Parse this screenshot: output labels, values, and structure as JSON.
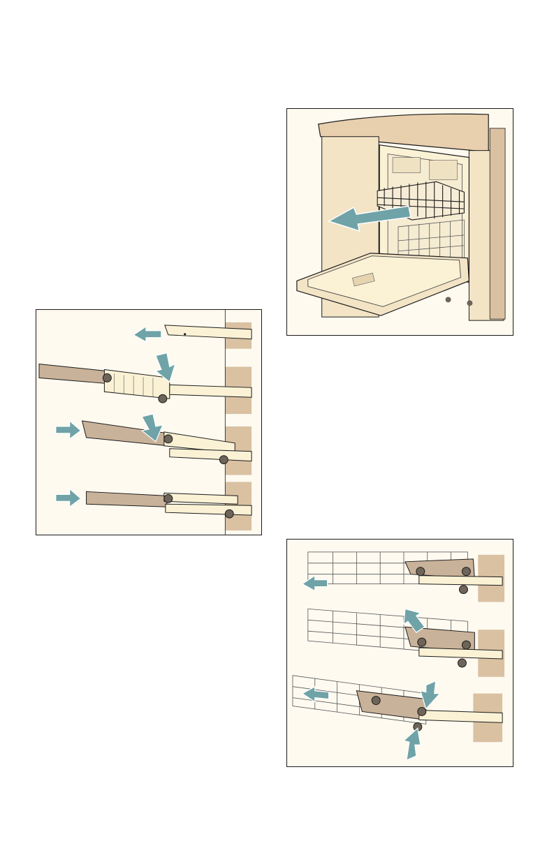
{
  "page": {
    "background": "#ffffff"
  },
  "figures": [
    {
      "id": "dishwasher",
      "icon": "dishwasher-upper-rack-pull-out-illustration"
    },
    {
      "id": "slide-rail",
      "icon": "rail-extension-steps-illustration"
    },
    {
      "id": "rack-remove",
      "icon": "upper-rack-removal-steps-illustration"
    }
  ],
  "colors": {
    "frame": "#1a1a1a",
    "figure_background": "#fefaf0",
    "cabinet": "#f3e4c6",
    "cabinet_shade": "#d9c1a2",
    "countertop": "#e8cfae",
    "rail": "#fbf2d6",
    "rack_body": "#c9b29a",
    "arrow": "#6fa3a8",
    "wheel": "#6e6459"
  }
}
